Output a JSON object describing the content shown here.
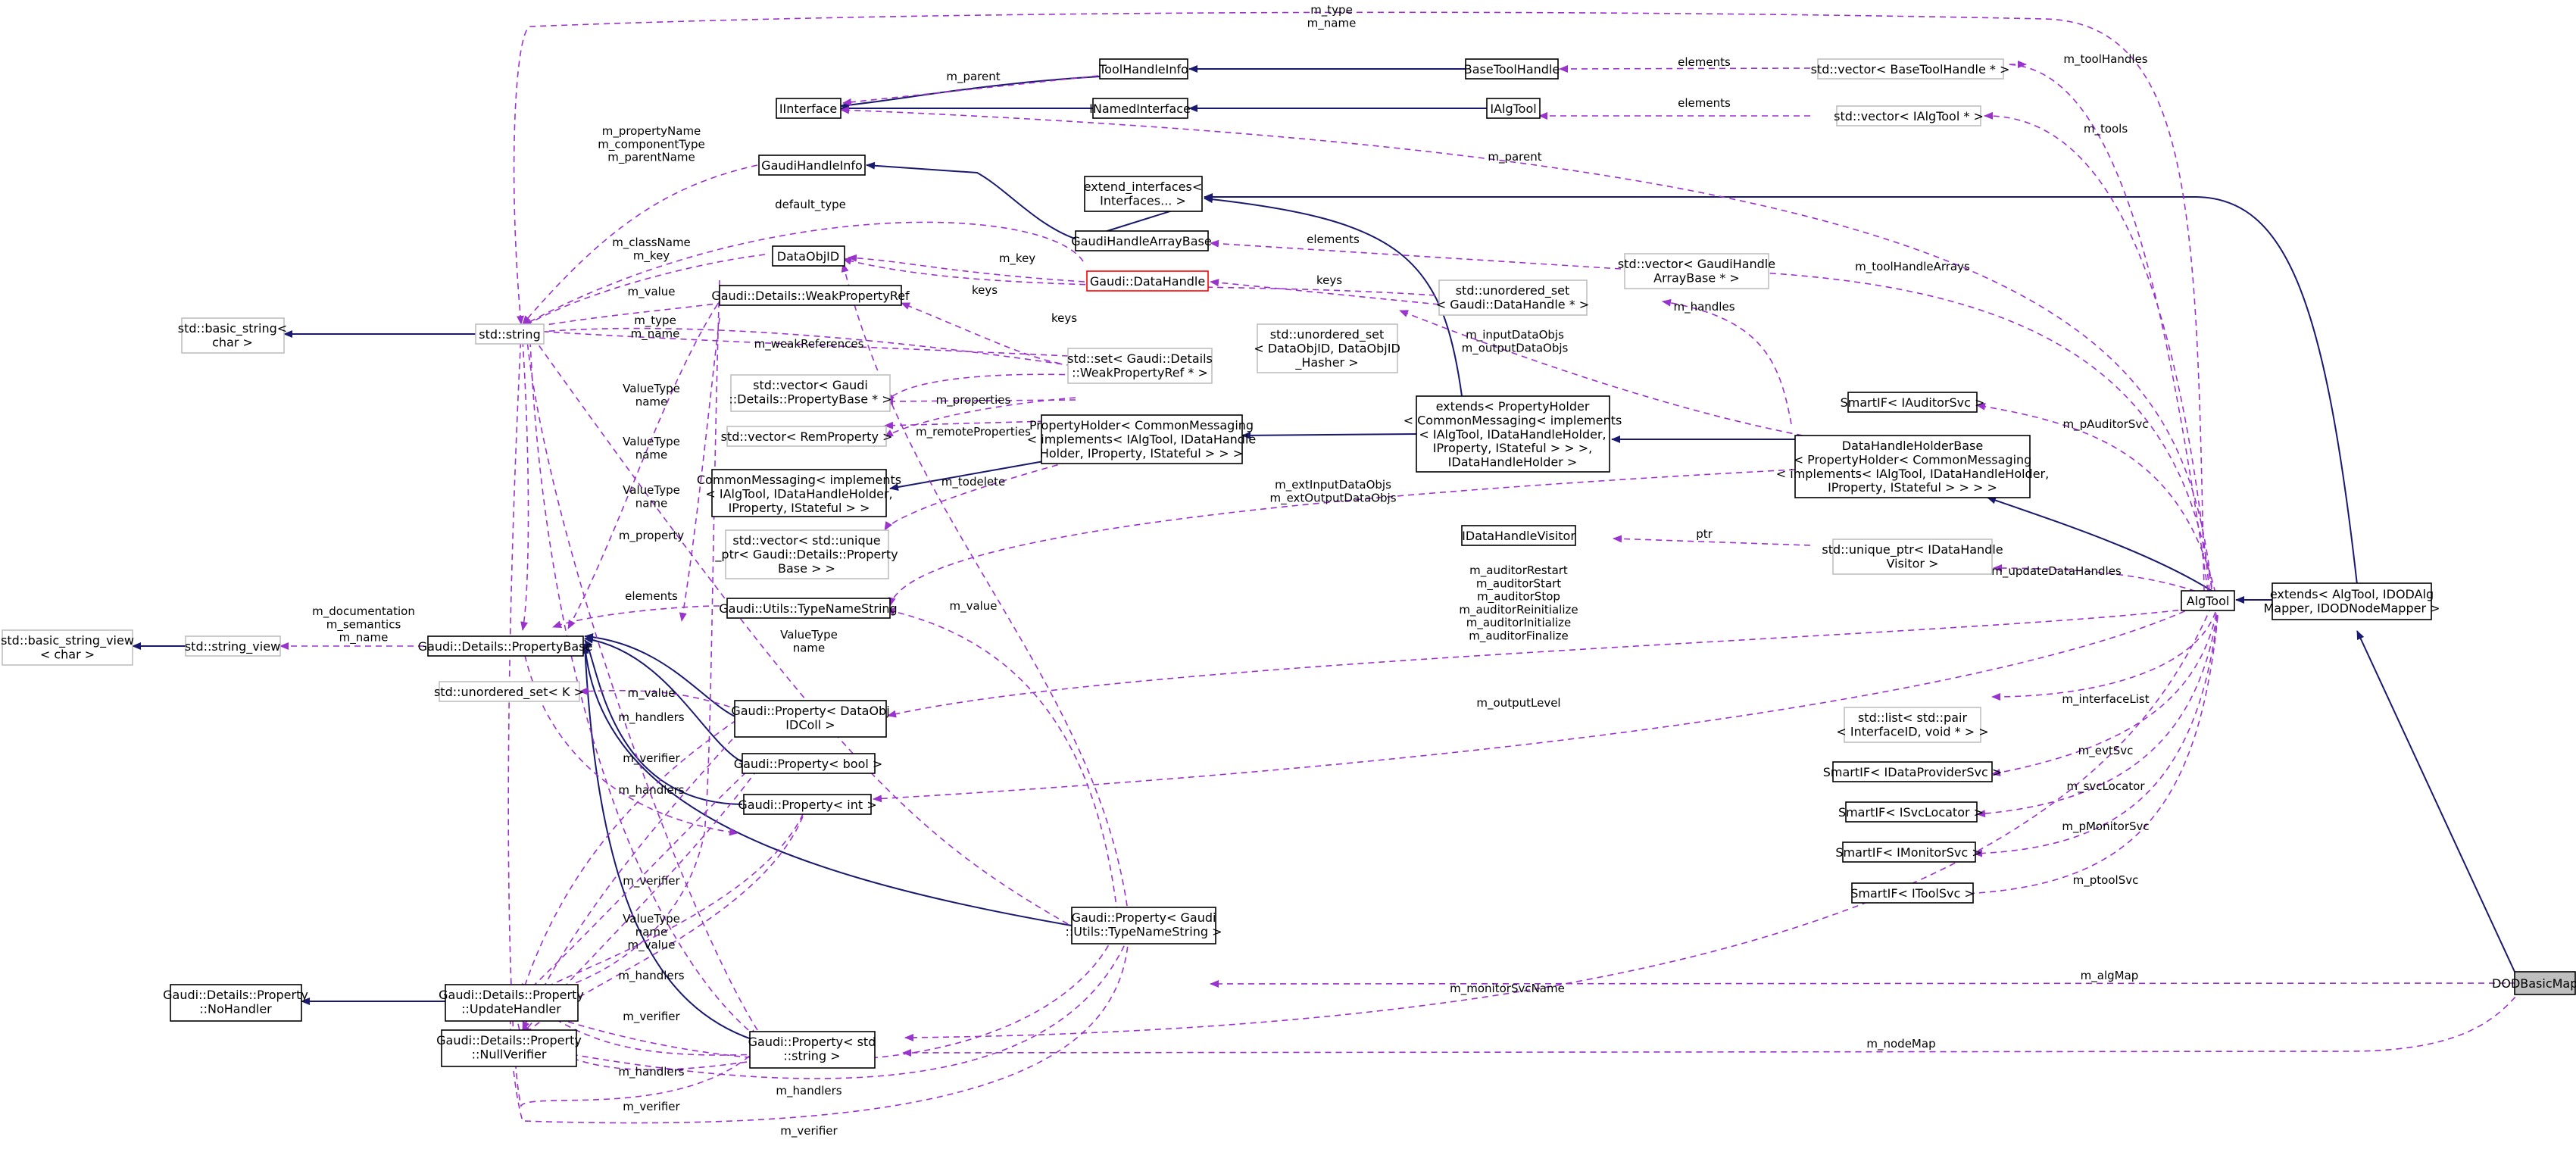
{
  "nodes": {
    "ddb": [
      "DODBasicMapper"
    ],
    "ext_alg": [
      "extends< AlgTool, IDODAlg",
      "Mapper, IDODNodeMapper >"
    ],
    "algtool": [
      "AlgTool"
    ],
    "dhhb": [
      "DataHandleHolderBase",
      "< PropertyHolder< CommonMessaging",
      "< implements< IAlgTool, IDataHandleHolder,",
      "IProperty, IStateful > > > >"
    ],
    "ext_ph": [
      "extends< PropertyHolder",
      "< CommonMessaging< implements",
      "< IAlgTool, IDataHandleHolder,",
      "IProperty, IStateful > > >,",
      "IDataHandleHolder >"
    ],
    "ph": [
      "PropertyHolder< CommonMessaging",
      "< implements< IAlgTool, IDataHandle",
      "Holder, IProperty, IStateful > > >"
    ],
    "cm": [
      "CommonMessaging< implements",
      "< IAlgTool, IDataHandleHolder,",
      "IProperty, IStateful > >"
    ],
    "ext_if": [
      "extend_interfaces<",
      "Interfaces... >"
    ],
    "iinterface": [
      "IInterface"
    ],
    "inamed": [
      "INamedInterface"
    ],
    "ialgtool": [
      "IAlgTool"
    ],
    "toolhandleinfo": [
      "ToolHandleInfo"
    ],
    "basetoolhandle": [
      "BaseToolHandle"
    ],
    "vec_btH": [
      "std::vector< BaseToolHandle * >"
    ],
    "vec_ialg": [
      "std::vector< IAlgTool * >"
    ],
    "ghi": [
      "GaudiHandleInfo"
    ],
    "ghab": [
      "GaudiHandleArrayBase"
    ],
    "vec_ghab": [
      "std::vector< GaudiHandle",
      "ArrayBase * >"
    ],
    "dataobjid": [
      "DataObjID"
    ],
    "gaudi_dh": [
      "Gaudi::DataHandle"
    ],
    "uset_dh": [
      "std::unordered_set",
      "< Gaudi::DataHandle * >"
    ],
    "uset_doid": [
      "std::unordered_set",
      "< DataObjID, DataObjID",
      "_Hasher >"
    ],
    "weakref": [
      "Gaudi::Details::WeakPropertyRef"
    ],
    "set_weak": [
      "std::set< Gaudi::Details",
      "::WeakPropertyRef * >"
    ],
    "stdstring": [
      "std::string"
    ],
    "basic_string": [
      "std::basic_string<",
      "char >"
    ],
    "vec_pb": [
      "std::vector< Gaudi",
      "::Details::PropertyBase * >"
    ],
    "vec_rp": [
      "std::vector< RemProperty >"
    ],
    "vec_uptr": [
      "std::vector< std::unique",
      "_ptr< Gaudi::Details::Property",
      "Base > >"
    ],
    "tns": [
      "Gaudi::Utils::TypeNameString"
    ],
    "pbase": [
      "Gaudi::Details::PropertyBase"
    ],
    "sview": [
      "std::string_view"
    ],
    "bsview": [
      "std::basic_string_view",
      "< char >"
    ],
    "uset_k": [
      "std::unordered_set< K >"
    ],
    "prop_doid": [
      "Gaudi::Property< DataObj",
      "IDColl >"
    ],
    "prop_bool": [
      "Gaudi::Property< bool >"
    ],
    "prop_int": [
      "Gaudi::Property< int >"
    ],
    "prop_tns": [
      "Gaudi::Property< Gaudi",
      "::Utils::TypeNameString >"
    ],
    "prop_str": [
      "Gaudi::Property< std",
      "::string >"
    ],
    "uh": [
      "Gaudi::Details::Property",
      "::UpdateHandler"
    ],
    "nh": [
      "Gaudi::Details::Property",
      "::NoHandler"
    ],
    "nv": [
      "Gaudi::Details::Property",
      "::NullVerifier"
    ],
    "idhv": [
      "IDataHandleVisitor"
    ],
    "uptr_idhv": [
      "std::unique_ptr< IDataHandle",
      "Visitor >"
    ],
    "sm_aud": [
      "SmartIF< IAuditorSvc >"
    ],
    "list_pair": [
      "std::list< std::pair",
      "< InterfaceID, void * > >"
    ],
    "sm_dp": [
      "SmartIF< IDataProviderSvc >"
    ],
    "sm_sl": [
      "SmartIF< ISvcLocator >"
    ],
    "sm_mon": [
      "SmartIF< IMonitorSvc >"
    ],
    "sm_tool": [
      "SmartIF< IToolSvc >"
    ]
  },
  "edge_labels": {
    "alg_map": [
      "m_algMap"
    ],
    "node_map": [
      "m_nodeMap"
    ],
    "monitor_svc_name": [
      "m_monitorSvcName"
    ],
    "output_level": [
      "m_outputLevel"
    ],
    "auditors": [
      "m_auditorRestart",
      "m_auditorStart",
      "m_auditorStop",
      "m_auditorReinitialize",
      "m_auditorInitialize",
      "m_auditorFinalize"
    ],
    "ext_io": [
      "m_extInputDataObjs",
      "m_extOutputDataObjs"
    ],
    "io": [
      "m_inputDataObjs",
      "m_outputDataObjs"
    ],
    "handles": [
      "m_handles"
    ],
    "tool_handles": [
      "m_toolHandles"
    ],
    "tools": [
      "m_tools"
    ],
    "parent_top": [
      "m_parent"
    ],
    "tool_handle_arrays": [
      "m_toolHandleArrays"
    ],
    "p_auditor_svc": [
      "m_pAuditorSvc"
    ],
    "update_dh": [
      "m_updateDataHandles"
    ],
    "interface_list": [
      "m_interfaceList"
    ],
    "evt_svc": [
      "m_evtSvc"
    ],
    "svc_locator": [
      "m_svcLocator"
    ],
    "p_monitor_svc": [
      "m_pMonitorSvc"
    ],
    "ptool_svc": [
      "m_ptoolSvc"
    ],
    "type_name_top": [
      "m_type",
      "m_name"
    ],
    "elements_bth": [
      "elements"
    ],
    "elements_ialg": [
      "elements"
    ],
    "elements_ghab": [
      "elements"
    ],
    "m_parent_thi": [
      "m_parent"
    ],
    "prop_name_comp": [
      "m_propertyName",
      "m_componentType",
      "m_parentName"
    ],
    "default_type": [
      "default_type"
    ],
    "classname_key": [
      "m_className",
      "m_key"
    ],
    "m_key": [
      "m_key"
    ],
    "keys_dh": [
      "keys"
    ],
    "keys_doid": [
      "keys"
    ],
    "keys_weak": [
      "keys"
    ],
    "m_value_weak": [
      "m_value"
    ],
    "type_name_mid": [
      "m_type",
      "m_name"
    ],
    "weak_refs": [
      "m_weakReferences"
    ],
    "m_properties": [
      "m_properties"
    ],
    "remote_props": [
      "m_remoteProperties"
    ],
    "todelete": [
      "m_todelete"
    ],
    "vt_name1": [
      "ValueType",
      "name"
    ],
    "vt_name2": [
      "ValueType",
      "name"
    ],
    "vt_name3": [
      "ValueType",
      "name"
    ],
    "m_property": [
      "m_property"
    ],
    "elements_pb": [
      "elements"
    ],
    "doc_sem_name": [
      "m_documentation",
      "m_semantics",
      "m_name"
    ],
    "m_value_tns": [
      "m_value"
    ],
    "vt_name4": [
      "ValueType",
      "name"
    ],
    "m_value_uk": [
      "m_value"
    ],
    "handlers1": [
      "m_handlers"
    ],
    "verifier1": [
      "m_verifier"
    ],
    "handlers2": [
      "m_handlers"
    ],
    "verifier2": [
      "m_verifier"
    ],
    "vt_name_value": [
      "ValueType",
      "name",
      "m_value"
    ],
    "handlers3": [
      "m_handlers"
    ],
    "verifier3": [
      "m_verifier"
    ],
    "handlers4": [
      "m_handlers"
    ],
    "handlers5": [
      "m_handlers"
    ],
    "verifier4": [
      "m_verifier"
    ],
    "verifier5": [
      "m_verifier"
    ],
    "ptr": [
      "ptr"
    ]
  }
}
